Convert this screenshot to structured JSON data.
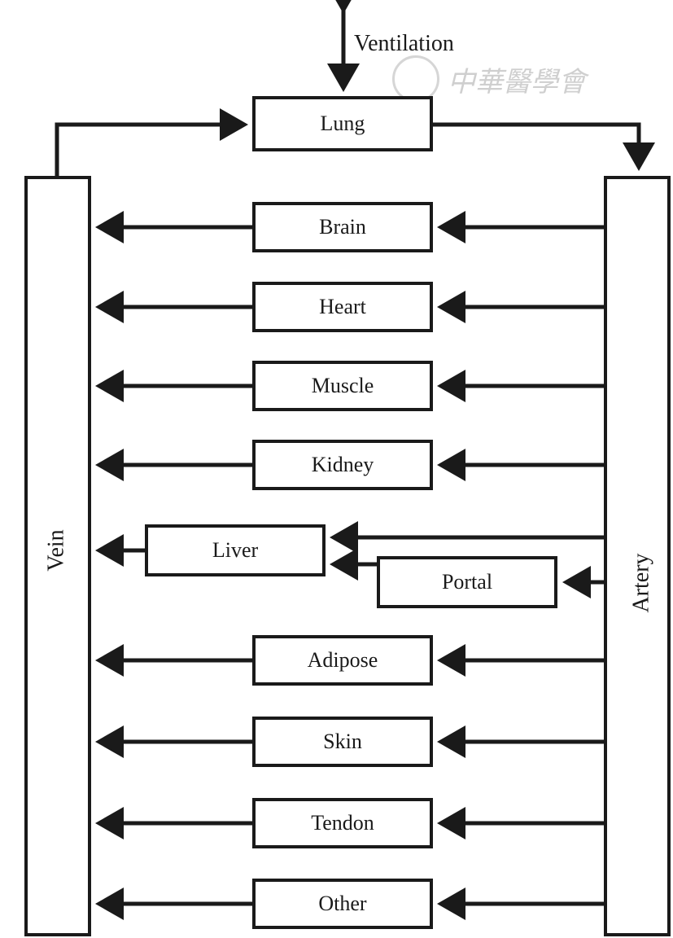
{
  "title": "Physiologically based model compartment diagram",
  "ventilation_label": "Ventilation",
  "lung_label": "Lung",
  "vein_label": "Vein",
  "artery_label": "Artery",
  "organs": [
    "Brain",
    "Heart",
    "Muscle",
    "Kidney",
    "Adipose",
    "Skin",
    "Tendon",
    "Other"
  ],
  "liver_label": "Liver",
  "portal_label": "Portal",
  "watermark": "中華醫學會"
}
